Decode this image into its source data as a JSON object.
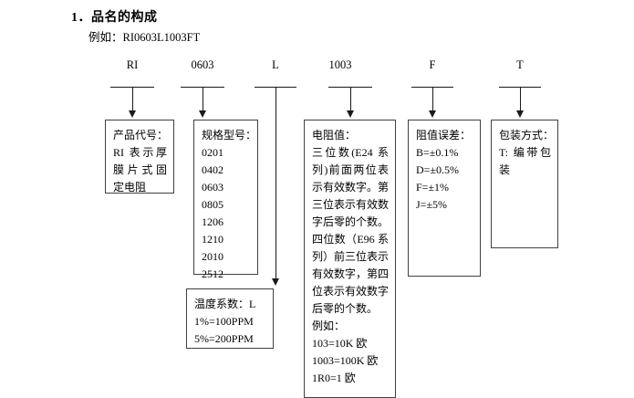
{
  "document": {
    "title": "1．品名的构成",
    "example_label": "例如：RI0603L1003FT"
  },
  "code_labels": [
    {
      "name": "product-code",
      "text": "RI"
    },
    {
      "name": "size-code",
      "text": "0603"
    },
    {
      "name": "tempco-code",
      "text": "L"
    },
    {
      "name": "resistance-code",
      "text": "1003"
    },
    {
      "name": "tolerance-code",
      "text": "F"
    },
    {
      "name": "packaging-code",
      "text": "T"
    }
  ],
  "boxes": {
    "product": {
      "heading": "产品代号：",
      "lines": [
        "RI 表示厚",
        "膜片式固",
        "定电阻"
      ]
    },
    "size": {
      "heading": "规格型号：",
      "lines": [
        "0201",
        "0402",
        "0603",
        "0805",
        "1206",
        "1210",
        "2010",
        "2512"
      ]
    },
    "tempco": {
      "heading": "温度系数：L",
      "lines": [
        "1%=100PPM",
        "5%=200PPM"
      ]
    },
    "resistance": {
      "heading": "电阻值：",
      "para1": "三位数(E24 系列)前面两位表示有效数字。第三位表示有效数字后零的个数。",
      "para2": "四位数（E96 系列）前三位表示有效数字，第四位表示有效数字后零的个数。",
      "example_heading": "例如：",
      "examples": [
        "103=10K 欧",
        "1003=100K 欧",
        "1R0=1 欧"
      ]
    },
    "tolerance": {
      "heading": "阻值误差：",
      "lines": [
        "B=±0.1%",
        "D=±0.5%",
        "F=±1%",
        "J=±5%"
      ]
    },
    "packaging": {
      "heading": "包装方式：",
      "lines": [
        "T: 编带包",
        "装"
      ]
    }
  },
  "colors": {
    "text": "#000000",
    "line": "#1a1a1a",
    "box_border": "#404040",
    "background": "#ffffff"
  }
}
